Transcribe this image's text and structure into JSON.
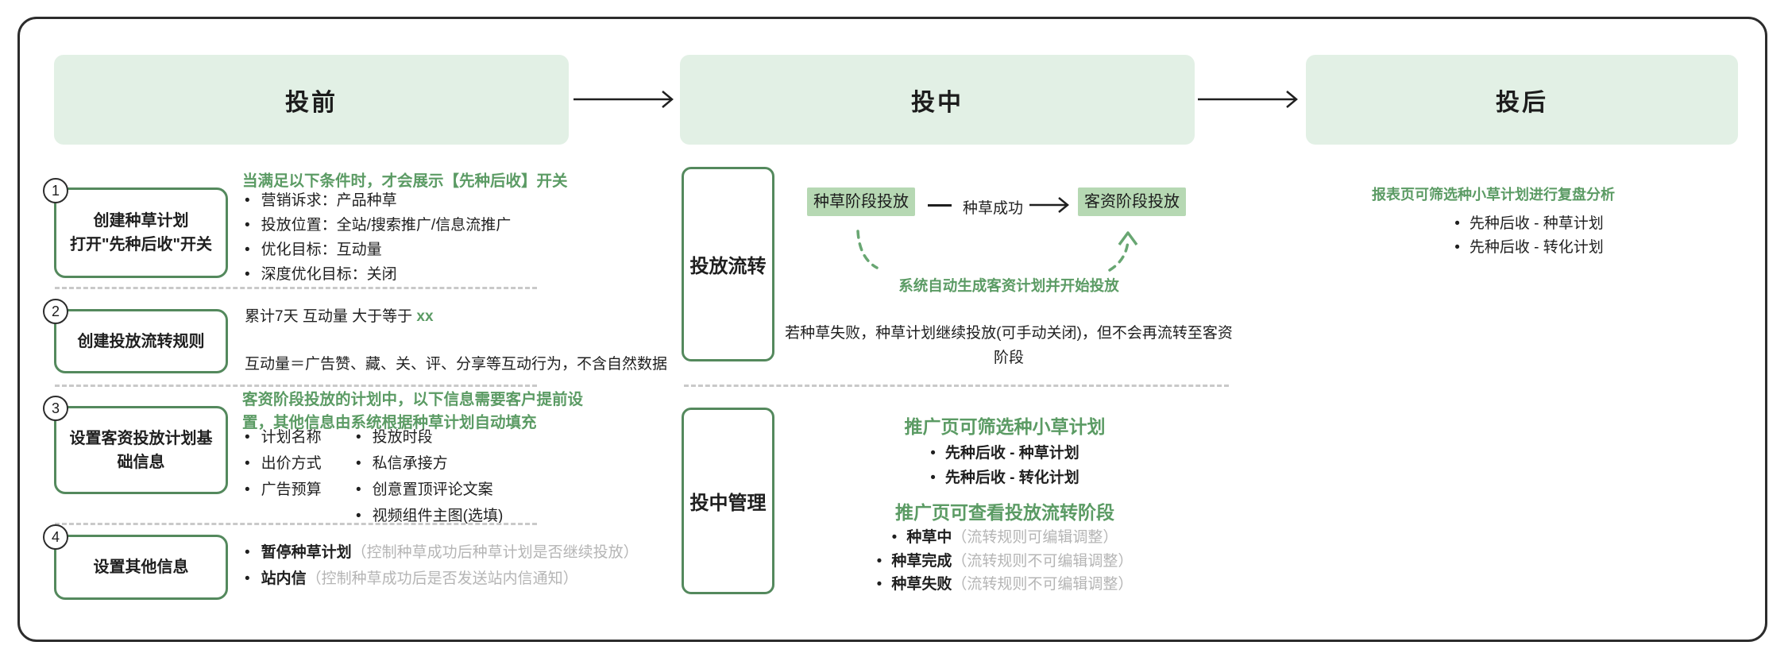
{
  "colors": {
    "accent_green_text": "#5b9b64",
    "box_border_green": "#54895d",
    "highlight_green": "#b6d8b3",
    "phase_bar_green": "#e2f0e5",
    "muted_gray_text": "#b5b5b5",
    "ink": "#1f1f1f"
  },
  "phases": {
    "pre": "投前",
    "mid": "投中",
    "post": "投后"
  },
  "pre": {
    "step1": {
      "num": "1",
      "box": "创建种草计划\n打开\"先种后收\"开关",
      "heading": "当满足以下条件时，才会展示【先种后收】开关",
      "bullets": [
        "营销诉求：产品种草",
        "投放位置：全站/搜索推广/信息流推广",
        "优化目标：互动量",
        "深度优化目标：关闭"
      ]
    },
    "step2": {
      "num": "2",
      "box": "创建投放流转规则",
      "rule_prefix": "累计7天 互动量 大于等于 ",
      "rule_value": "xx",
      "note": "互动量＝广告赞、藏、关、评、分享等互动行为，不含自然数据"
    },
    "step3": {
      "num": "3",
      "box": "设置客资投放计划基\n础信息",
      "heading": "客资阶段投放的计划中，以下信息需要客户提前设\n置，其他信息由系统根据种草计划自动填充",
      "col1": [
        "计划名称",
        "出价方式",
        "广告预算"
      ],
      "col2": [
        "投放时段",
        "私信承接方",
        "创意置顶评论文案",
        "视频组件主图(选填)"
      ]
    },
    "step4": {
      "num": "4",
      "box": "设置其他信息",
      "bullets": [
        {
          "main": "暂停种草计划",
          "note": "（控制种草成功后种草计划是否继续投放）"
        },
        {
          "main": "站内信",
          "note": "（控制种草成功后是否发送站内信通知）"
        }
      ]
    }
  },
  "mid": {
    "flow_box": "投放流转",
    "stage_from": "种草阶段投放",
    "link_label": "种草成功",
    "stage_to": "客资阶段投放",
    "auto_caption": "系统自动生成客资计划并开始投放",
    "fail_note": "若种草失败，种草计划继续投放(可手动关闭)，但不会再流转至客资阶段",
    "manage_box": "投中管理",
    "filter_heading": "推广页可筛选种小草计划",
    "filter_items": [
      "先种后收 - 种草计划",
      "先种后收 - 转化计划"
    ],
    "stage_heading": "推广页可查看投放流转阶段",
    "stage_items": [
      {
        "main": "种草中",
        "note": "（流转规则可编辑调整）"
      },
      {
        "main": "种草完成",
        "note": "（流转规则不可编辑调整）"
      },
      {
        "main": "种草失败",
        "note": "（流转规则不可编辑调整）"
      }
    ]
  },
  "post": {
    "heading": "报表页可筛选种小草计划进行复盘分析",
    "items": [
      "先种后收 - 种草计划",
      "先种后收 - 转化计划"
    ]
  }
}
